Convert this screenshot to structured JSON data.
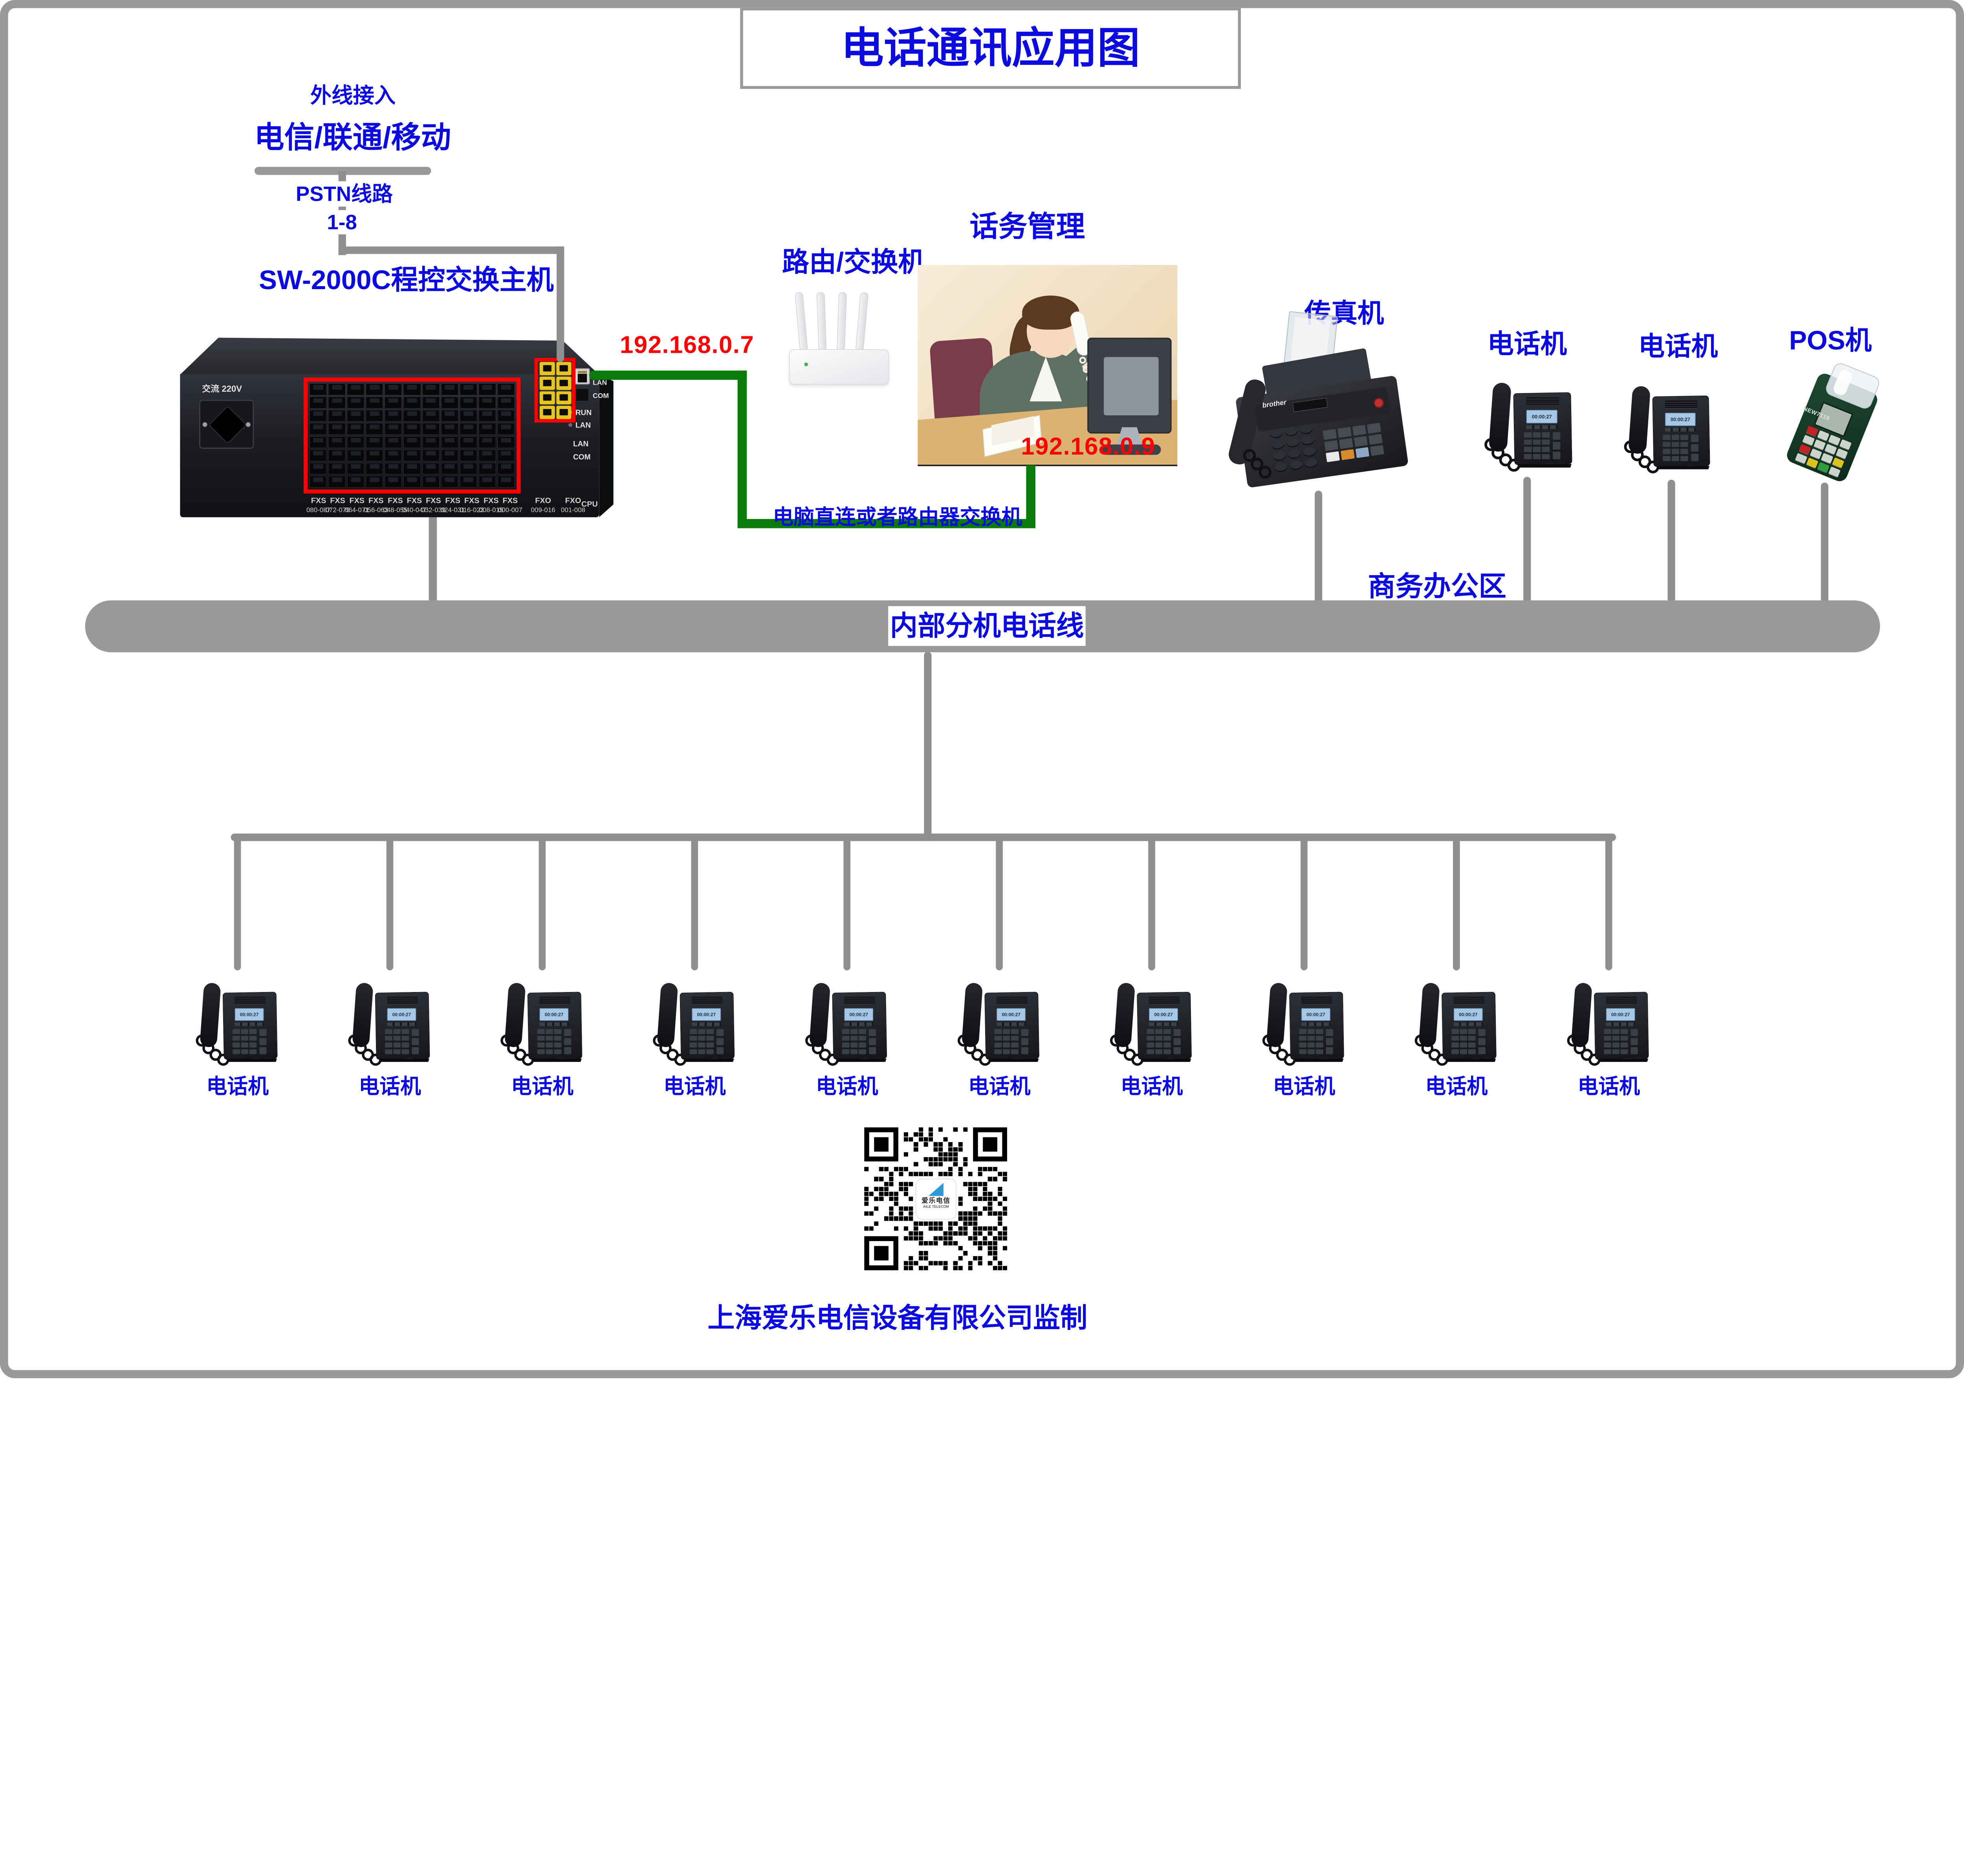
{
  "header": {
    "title": "电话通讯应用图"
  },
  "pstn": {
    "access_label": "外线接入",
    "carriers": "电信/联通/移动",
    "line_label": "PSTN线路",
    "line_range": "1-8"
  },
  "pbx": {
    "label": "SW-2000C程控交换主机",
    "power_label": "交流 220V",
    "lan_port_label": "LAN",
    "com_port_label": "COM",
    "led_labels": [
      "RUN",
      "LAN"
    ],
    "side_port_labels": [
      "LAN",
      "COM"
    ],
    "cpu_label": "CPU",
    "port_groups": [
      {
        "name": "FXS",
        "range": "080-087"
      },
      {
        "name": "FXS",
        "range": "072-079"
      },
      {
        "name": "FXS",
        "range": "064-071"
      },
      {
        "name": "FXS",
        "range": "056-063"
      },
      {
        "name": "FXS",
        "range": "048-055"
      },
      {
        "name": "FXS",
        "range": "040-047"
      },
      {
        "name": "FXS",
        "range": "032-039"
      },
      {
        "name": "FXS",
        "range": "024-031"
      },
      {
        "name": "FXS",
        "range": "016-023"
      },
      {
        "name": "FXS",
        "range": "008-015"
      },
      {
        "name": "FXS",
        "range": "000-007"
      },
      {
        "name": "FXO",
        "range": "009-016"
      },
      {
        "name": "FXO",
        "range": "001-008"
      }
    ]
  },
  "router": {
    "label": "路由/交换机"
  },
  "network": {
    "pbx_ip": "192.168.0.7",
    "pc_ip": "192.168.0.9",
    "note": "电脑直连或者路由器交换机"
  },
  "operator": {
    "label": "话务管理"
  },
  "office": {
    "area_label": "商务办公区",
    "devices": [
      {
        "label": "传真机",
        "type": "fax",
        "brand": "brother"
      },
      {
        "label": "电话机",
        "type": "phone"
      },
      {
        "label": "电话机",
        "type": "phone"
      },
      {
        "label": "POS机",
        "type": "pos",
        "model": "NEW7110"
      }
    ]
  },
  "bus": {
    "label": "内部分机电话线"
  },
  "extensions": [
    {
      "label": "电话机"
    },
    {
      "label": "电话机"
    },
    {
      "label": "电话机"
    },
    {
      "label": "电话机"
    },
    {
      "label": "电话机"
    },
    {
      "label": "电话机"
    },
    {
      "label": "电话机"
    },
    {
      "label": "电话机"
    },
    {
      "label": "电话机"
    },
    {
      "label": "电话机"
    }
  ],
  "phone_display": "00:00:27",
  "qr": {
    "logo_cn": "爱乐电信",
    "logo_en": "AILE TELECOM"
  },
  "footer": {
    "text": "上海爱乐电信设备有限公司监制"
  },
  "colors": {
    "label_blue": "#0b0be0",
    "ip_red": "#ff0000",
    "cable_green": "#0a7c0c",
    "line_gray": "#8f8f8f",
    "frame_gray": "#999999",
    "highlight_red": "#ff0000"
  }
}
